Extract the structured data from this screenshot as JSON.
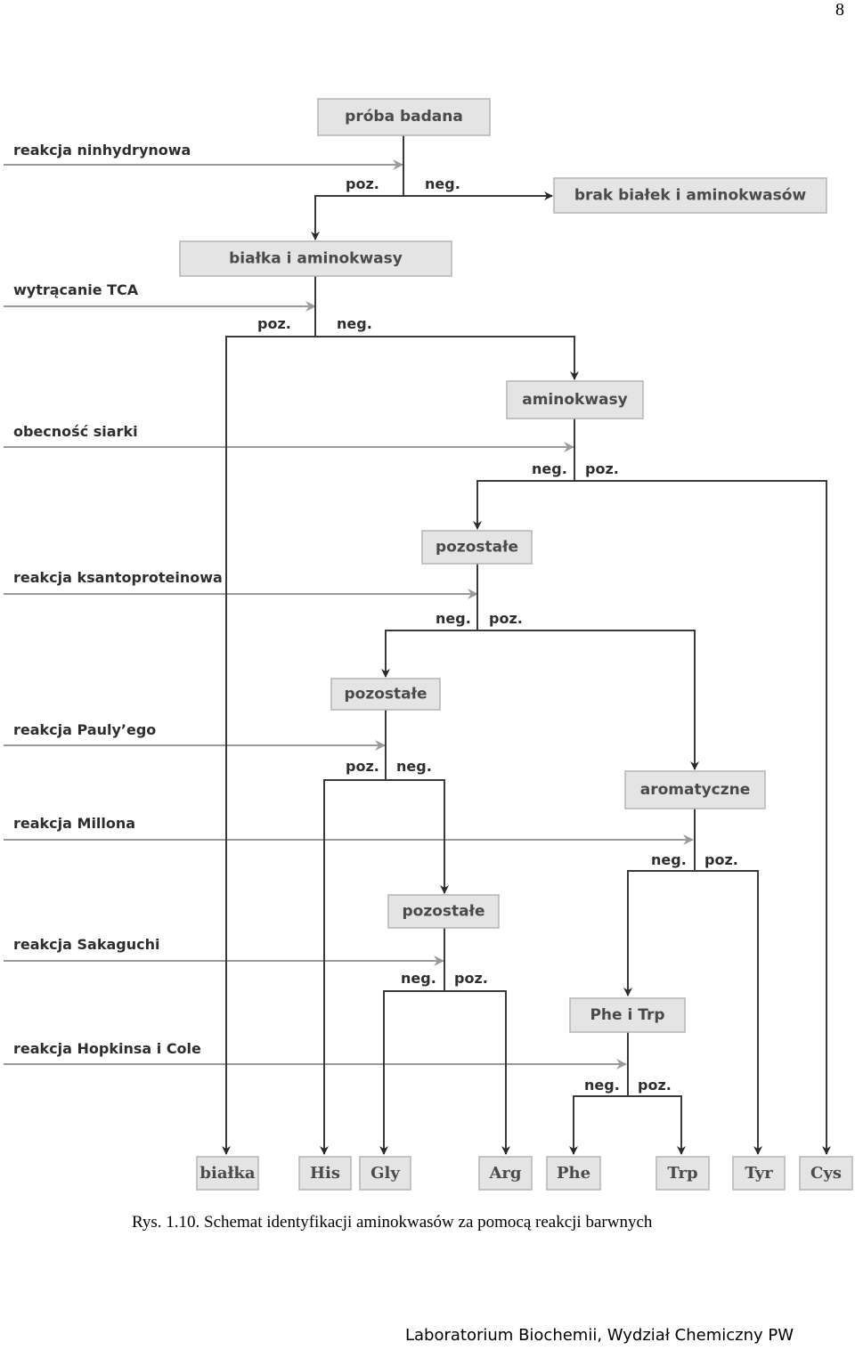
{
  "page_number": "8",
  "diagram": {
    "nodes": {
      "proba": "próba badana",
      "brak": "brak białek i aminokwasów",
      "bialka_aminokwasy": "białka i aminokwasy",
      "aminokwasy": "aminokwasy",
      "pozostale1": "pozostałe",
      "pozostale2": "pozostałe",
      "pozostale3": "pozostałe",
      "aromatyczne": "aromatyczne",
      "phe_trp": "Phe i Trp"
    },
    "leaves": {
      "bialka": "białka",
      "his": "His",
      "gly": "Gly",
      "arg": "Arg",
      "phe": "Phe",
      "trp": "Trp",
      "tyr": "Tyr",
      "cys": "Cys"
    },
    "reactions": {
      "ninhydrynowa": "reakcja ninhydrynowa",
      "tca": "wytrącanie TCA",
      "siarka": "obecność siarki",
      "ksantoproteinowa": "reakcja ksantoproteinowa",
      "pauly": "reakcja Pauly’ego",
      "millon": "reakcja Millona",
      "sakaguchi": "reakcja Sakaguchi",
      "hopkins": "reakcja Hopkinsa i Cole"
    },
    "branches": {
      "pos": "poz.",
      "neg": "neg."
    }
  },
  "caption": "Rys. 1.10. Schemat identyfikacji aminokwasów za pomocą reakcji barwnych",
  "footer": "Laboratorium Biochemii, Wydział Chemiczny PW"
}
